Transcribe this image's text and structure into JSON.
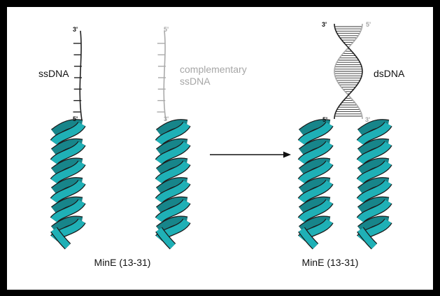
{
  "labels": {
    "ssdna": "ssDNA",
    "complementary_ssdna_line1": "complementary",
    "complementary_ssdna_line2": "ssDNA",
    "dsdna": "dsDNA",
    "mine_left": "MinE (13-31)",
    "mine_right": "MinE (13-31)"
  },
  "ends": {
    "ss_left_top": "3'",
    "ss_left_bottom": "5'",
    "ss_right_top": "5'",
    "ss_right_bottom": "3'",
    "ds_left_top": "3'",
    "ds_right_top": "5'",
    "ds_left_bottom": "5'",
    "ds_right_bottom": "3'"
  },
  "colors": {
    "background": "#000000",
    "panel": "#ffffff",
    "helix_fill": "#1fb0b6",
    "helix_back": "#17858a",
    "outline": "#1a1a1a",
    "strand_dark": "#222222",
    "strand_gray": "#aaaaaa",
    "text_gray": "#a6a6a6"
  }
}
